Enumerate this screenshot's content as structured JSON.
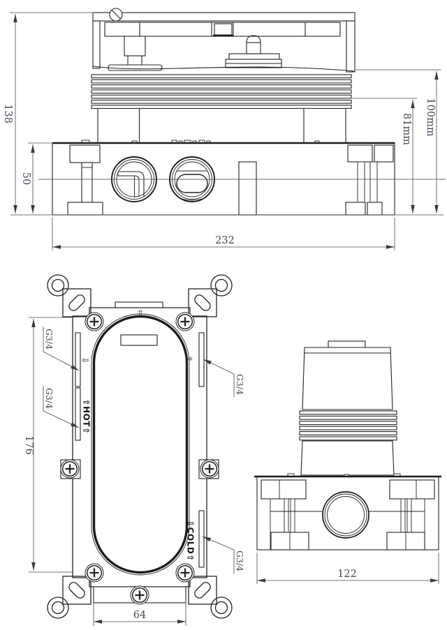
{
  "drawing": {
    "background": "#ffffff",
    "line_color": "#232323",
    "dim_text_color": "#414b5a",
    "views": {
      "side_section": {
        "dim_total_height": "138",
        "dim_box_height": "50",
        "dim_depth_inner": "81mm",
        "dim_depth_outer": "100mm",
        "dim_total_width": "232"
      },
      "front": {
        "dim_mount_height": "176",
        "dim_bottom_tab_width": "64",
        "thread_top_left": "G3/4",
        "thread_mid_left": "G3/4",
        "thread_top_right": "G3/4",
        "thread_bottom_right": "G3/4",
        "hot_label": "⇧HOT⇧",
        "cold_label": "⇩COLD⇧",
        "arrow_up": "⇧",
        "arrow_left": "⇦",
        "arrow_right": "⇨"
      },
      "side": {
        "dim_total_width": "122"
      }
    }
  }
}
